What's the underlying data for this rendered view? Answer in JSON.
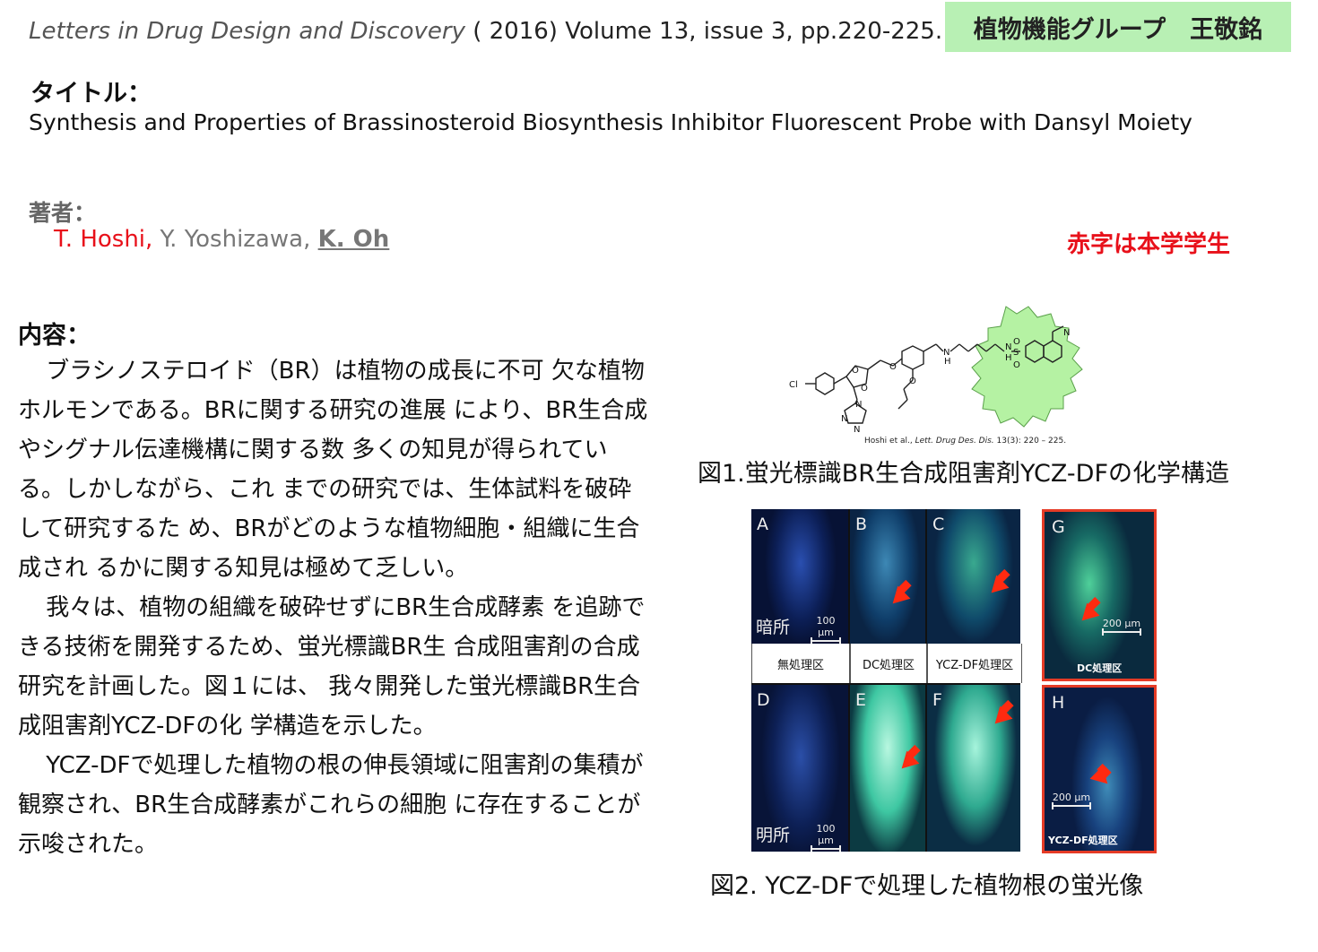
{
  "header": {
    "journal_name": "Letters in Drug Design and Discovery",
    "citation": " ( 2016) Volume 13, issue 3, pp.220-225.",
    "group": "植物機能グループ　王敬銘"
  },
  "title": {
    "label": "タイトル：",
    "text": "Synthesis and Properties of Brassinosteroid Biosynthesis Inhibitor Fluorescent Probe with Dansyl Moiety"
  },
  "authors": {
    "label": "著者：",
    "student": "T. Hoshi,",
    "other": " Y. Yoshizawa, ",
    "lead": "K. Oh",
    "note": "赤字は本学学生"
  },
  "content": {
    "label": "内容：",
    "paragraphs": [
      "ブラシノステロイド（BR）は植物の成長に不可 欠な植物ホルモンである。BRに関する研究の進展 により、BR生合成やシグナル伝達機構に関する数 多くの知見が得られている。しかしながら、これ までの研究では、生体試料を破砕して研究するた め、BRがどのような植物細胞・組織に生合成され るかに関する知見は極めて乏しい。",
      "我々は、植物の組織を破砕せずにBR生合成酵素 を追跡できる技術を開発するため、蛍光標識BR生 合成阻害剤の合成研究を計画した。図１には、 我々開発した蛍光標識BR生合成阻害剤YCZ-DFの化 学構造を示した。",
      "YCZ-DFで処理した植物の根の伸長領域に阻害剤の集積が観察され、BR生合成酵素がこれらの細胞 に存在することが示唆された。"
    ]
  },
  "figure1": {
    "citation_authors": "Hoshi et al., ",
    "citation_journal": "Lett. Drug Des. Dis.",
    "citation_rest": " 13(3): 220 – 225.",
    "atom_cl": "Cl",
    "atom_n": "N",
    "atom_o": "O",
    "atom_s": "S",
    "atom_nh": "H",
    "caption": "図1.蛍光標識BR生合成阻害剤YCZ-DFの化学構造"
  },
  "figure2": {
    "caption": "図2. YCZ-DFで処理した植物根の蛍光像",
    "panel_a": "A",
    "panel_b": "B",
    "panel_c": "C",
    "panel_d": "D",
    "panel_e": "E",
    "panel_f": "F",
    "panel_g": "G",
    "panel_h": "H",
    "dark": "暗所",
    "light": "明所",
    "scale_small": "100 µm",
    "scale_large": "200 µm",
    "treat_none": "無処理区",
    "treat_dc": "DC処理区",
    "treat_ycz": "YCZ-DF処理区",
    "tag_g": "DC処理区",
    "tag_h": "YCZ-DF処理区"
  }
}
